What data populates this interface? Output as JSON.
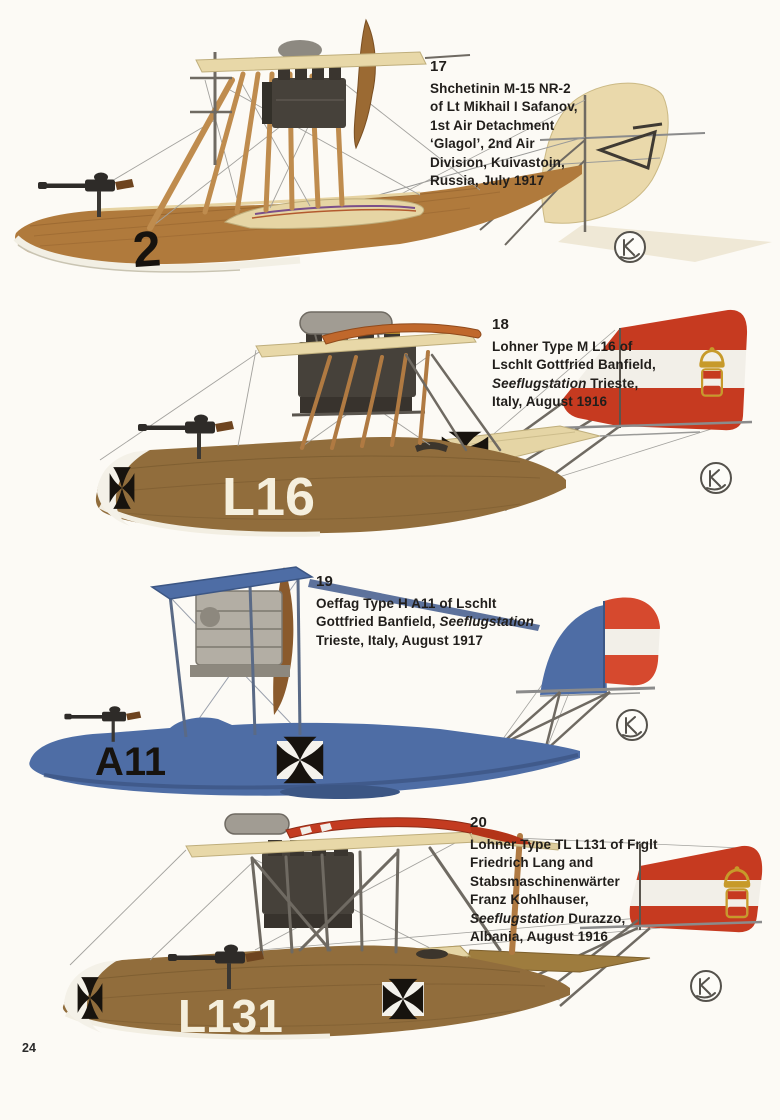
{
  "page": {
    "number": "24"
  },
  "plates": [
    {
      "number": "17",
      "hull_code": "2",
      "lines": [
        {
          "pre": "Shchetinin M-15 NR-2"
        },
        {
          "pre": "of Lt Mikhail I Safanov,"
        },
        {
          "pre": "1st Air Detachment"
        },
        {
          "pre": "‘Glagol’, 2nd Air"
        },
        {
          "pre": "Division, Kuivastoin,"
        },
        {
          "pre": "Russia, July 1917"
        }
      ]
    },
    {
      "number": "18",
      "hull_code": "L16",
      "lines": [
        {
          "pre": "Lohner Type M L16 of"
        },
        {
          "pre": "Lschlt Gottfried Banfield,"
        },
        {
          "it": "Seeflugstation",
          "post": " Trieste,"
        },
        {
          "pre": "Italy, August 1916"
        }
      ]
    },
    {
      "number": "19",
      "hull_code": "A11",
      "lines": [
        {
          "pre": "Oeffag Type H A11 of Lschlt"
        },
        {
          "pre": "Gottfried Banfield, ",
          "it": "Seeflugstation"
        },
        {
          "pre": "Trieste, Italy, August 1917"
        }
      ]
    },
    {
      "number": "20",
      "hull_code": "L131",
      "lines": [
        {
          "pre": "Lohner Type TL L131 of Frglt"
        },
        {
          "pre": "Friedrich Lang and"
        },
        {
          "pre": "Stabsmaschinenwärter"
        },
        {
          "pre": "Franz Kohlhauser,"
        },
        {
          "it": "Seeflugstation",
          "post": " Durazzo,"
        },
        {
          "pre": "Albania, August 1916"
        }
      ]
    }
  ],
  "colors": {
    "paper": "#fcfaf5",
    "cream_wing": "#e8d8a8",
    "wood_hull": "#b07a3c",
    "brown_hull": "#916d3c",
    "blue_hull": "#4e6da5",
    "austrian_red": "#c63a20",
    "gold": "#c79a2a",
    "engine_dark": "#46413a",
    "white_marking": "#f4f1e8",
    "text_black": "#211e1b"
  },
  "icons": {
    "iron_cross": "iron-cross-marking",
    "austrian_emblem": "austrian-crown-shield-emblem",
    "artist_monogram": "artist-monogram-icon",
    "machine_gun": "machine-gun"
  }
}
